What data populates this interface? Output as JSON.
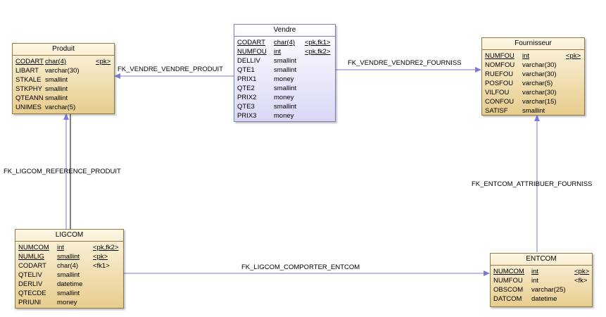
{
  "entities": {
    "produit": {
      "name": "Produit",
      "attributes": [
        {
          "name": "CODART",
          "type": "char(4)",
          "key": "<pk>"
        },
        {
          "name": "LIBART",
          "type": "varchar(30)",
          "key": ""
        },
        {
          "name": "STKALE",
          "type": "smallint",
          "key": ""
        },
        {
          "name": "STKPHY",
          "type": "smallint",
          "key": ""
        },
        {
          "name": "QTEANN",
          "type": "smallint",
          "key": ""
        },
        {
          "name": "UNIMES",
          "type": "varchar(5)",
          "key": ""
        }
      ]
    },
    "vendre": {
      "name": "Vendre",
      "attributes": [
        {
          "name": "CODART",
          "type": "char(4)",
          "key": "<pk,fk1>"
        },
        {
          "name": "NUMFOU",
          "type": "int",
          "key": "<pk,fk2>"
        },
        {
          "name": "DELLIV",
          "type": "smallint",
          "key": ""
        },
        {
          "name": "QTE1",
          "type": "smallint",
          "key": ""
        },
        {
          "name": "PRIX1",
          "type": "money",
          "key": ""
        },
        {
          "name": "QTE2",
          "type": "smallint",
          "key": ""
        },
        {
          "name": "PRIX2",
          "type": "money",
          "key": ""
        },
        {
          "name": "QTE3",
          "type": "smallint",
          "key": ""
        },
        {
          "name": "PRIX3",
          "type": "money",
          "key": ""
        }
      ]
    },
    "fournisseur": {
      "name": "Fournisseur",
      "attributes": [
        {
          "name": "NUMFOU",
          "type": "int",
          "key": "<pk>"
        },
        {
          "name": "NOMFOU",
          "type": "varchar(30)",
          "key": ""
        },
        {
          "name": "RUEFOU",
          "type": "varchar(30)",
          "key": ""
        },
        {
          "name": "POSFOU",
          "type": "varchar(5)",
          "key": ""
        },
        {
          "name": "VILFOU",
          "type": "varchar(30)",
          "key": ""
        },
        {
          "name": "CONFOU",
          "type": "varchar(15)",
          "key": ""
        },
        {
          "name": "SATISF",
          "type": "smallint",
          "key": ""
        }
      ]
    },
    "ligcom": {
      "name": "LIGCOM",
      "attributes": [
        {
          "name": "NUMCOM",
          "type": "int",
          "key": "<pk,fk2>"
        },
        {
          "name": "NUMLIG",
          "type": "smallint",
          "key": "<pk>"
        },
        {
          "name": "CODART",
          "type": "char(4)",
          "key": "<fk1>"
        },
        {
          "name": "QTELIV",
          "type": "smallint",
          "key": ""
        },
        {
          "name": "DERLIV",
          "type": "datetime",
          "key": ""
        },
        {
          "name": "QTECDE",
          "type": "smallint",
          "key": ""
        },
        {
          "name": "PRIUNI",
          "type": "money",
          "key": ""
        }
      ]
    },
    "entcom": {
      "name": "ENTCOM",
      "attributes": [
        {
          "name": "NUMCOM",
          "type": "int",
          "key": "<pk>"
        },
        {
          "name": "NUMFOU",
          "type": "int",
          "key": "<fk>"
        },
        {
          "name": "OBSCOM",
          "type": "varchar(25)",
          "key": ""
        },
        {
          "name": "DATCOM",
          "type": "datetime",
          "key": ""
        }
      ]
    }
  },
  "relations": {
    "vendre_produit": "FK_VENDRE_VENDRE_PRODUIT",
    "vendre_fournisseur": "FK_VENDRE_VENDRE2_FOURNISS",
    "ligcom_produit": "FK_LIGCOM_REFERENCE_PRODUIT",
    "entcom_fournisseur": "FK_ENTCOM_ATTRIBUER_FOURNISS",
    "ligcom_entcom": "FK_LIGCOM_COMPORTER_ENTCOM"
  },
  "colors": {
    "link": "#7b7bd6",
    "entity_border": "#8f7a49",
    "entity_fill": "#e7cc8e",
    "assoc_fill": "#d8d8f6"
  }
}
